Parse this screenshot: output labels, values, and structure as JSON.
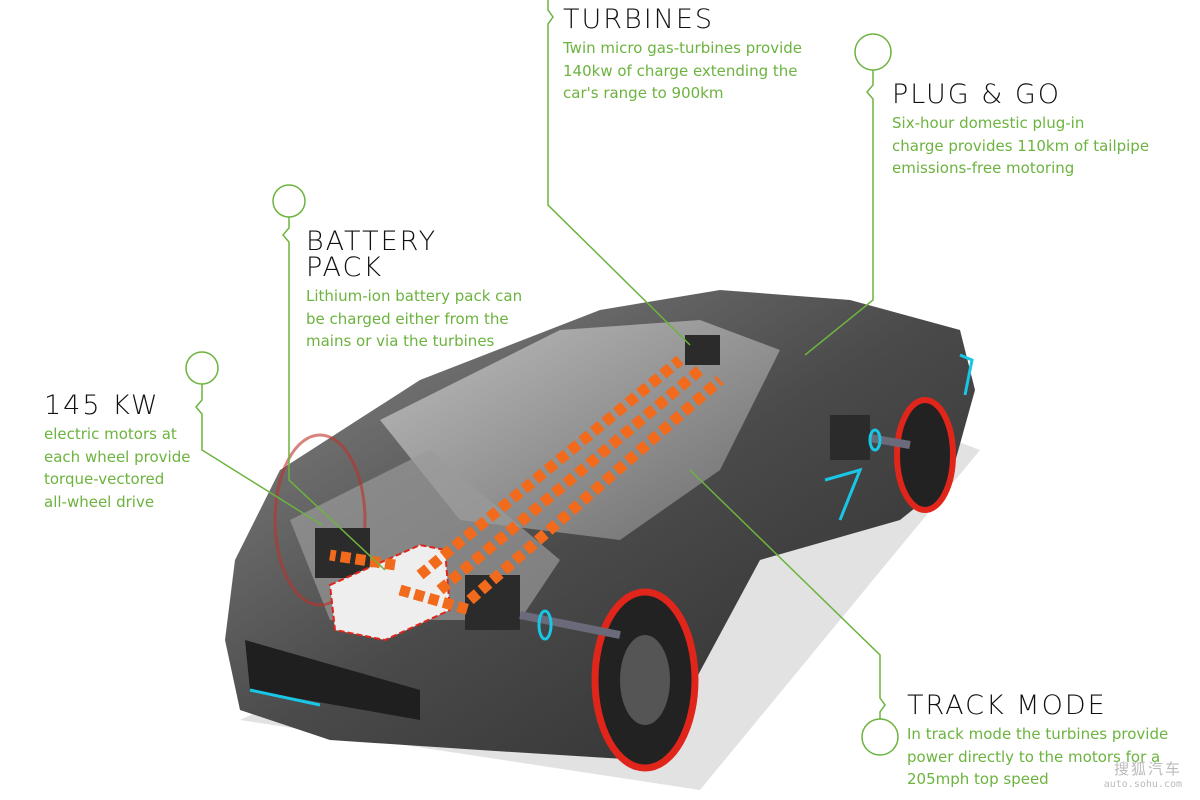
{
  "callouts": {
    "turbines": {
      "title": "TURBINES",
      "lines": [
        "Twin micro gas-turbines provide",
        "140kw of charge extending the",
        "car's range to 900km"
      ]
    },
    "plug_go": {
      "title": "PLUG & GO",
      "lines": [
        "Six-hour domestic plug-in",
        "charge provides 110km of tailpipe",
        "emissions-free motoring"
      ]
    },
    "battery": {
      "title_lines": [
        "BATTERY",
        "PACK"
      ],
      "lines": [
        "Lithium-ion battery pack can",
        "be charged either from the",
        "mains or via the turbines"
      ]
    },
    "motors": {
      "title": "145 KW",
      "lines": [
        "electric motors at",
        "each wheel provide",
        "torque-vectored",
        "all-wheel drive"
      ]
    },
    "track": {
      "title": "TRACK MODE",
      "lines": [
        "In track mode the turbines provide",
        "power directly to the motors for a",
        "205mph top speed"
      ]
    }
  },
  "watermark": {
    "cn": "搜狐汽车",
    "url": "auto.sohu.com"
  },
  "colors": {
    "accent": "#6cb33f",
    "car": "#5a5a5a",
    "arrow": "#f26a1b"
  }
}
